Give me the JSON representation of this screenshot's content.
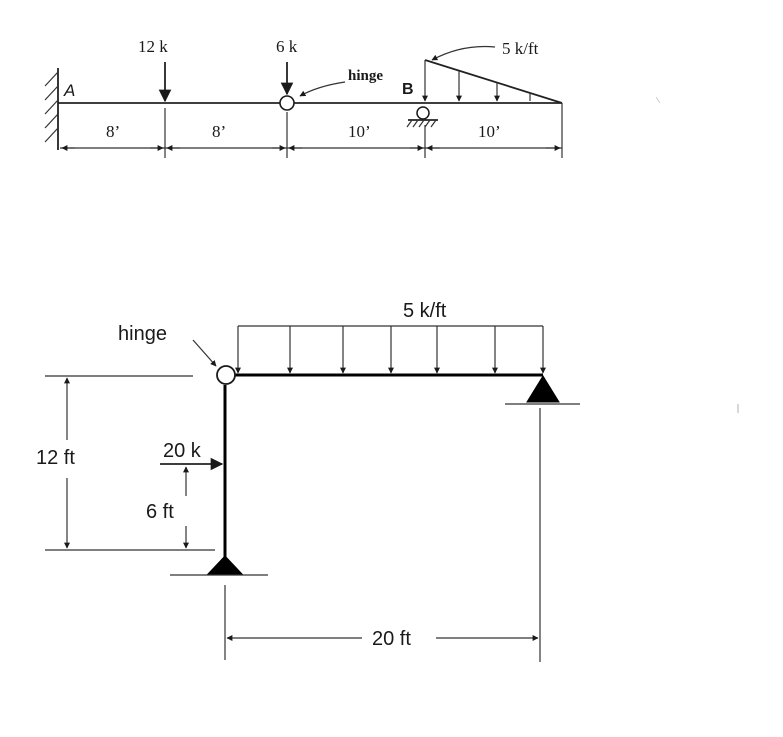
{
  "beam_diagram": {
    "point_loads": [
      {
        "label": "12 k"
      },
      {
        "label": "6 k"
      }
    ],
    "hinge_label": "hinge",
    "distributed_load_label": "5 k/ft",
    "support_a_label": "A",
    "support_b_label": "B",
    "dimensions": [
      "8’",
      "8’",
      "10’",
      "10’"
    ]
  },
  "frame_diagram": {
    "hinge_label": "hinge",
    "distributed_load_label": "5 k/ft",
    "point_load_label": "20 k",
    "height_label": "12 ft",
    "load_height_label": "6 ft",
    "span_label": "20 ft"
  }
}
